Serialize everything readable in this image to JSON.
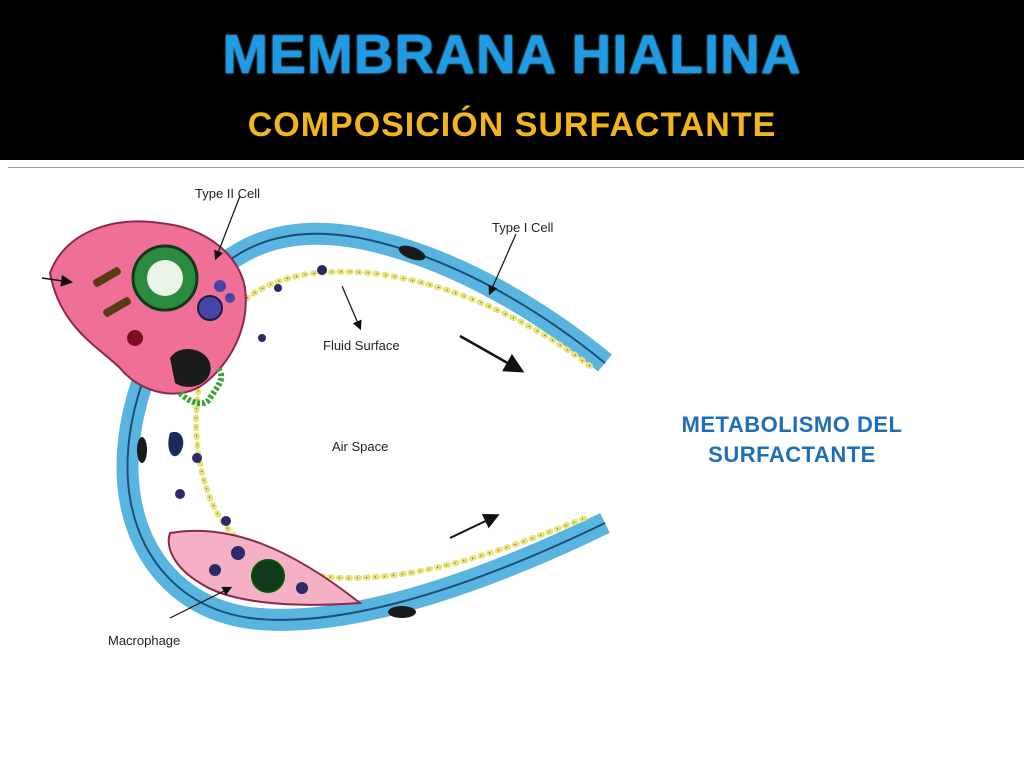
{
  "slide": {
    "title": "MEMBRANA HIALINA",
    "subtitle": "COMPOSICIÓN SURFACTANTE",
    "side_text_line1": "METABOLISMO DEL",
    "side_text_line2": "SURFACTANTE",
    "colors": {
      "title": "#1e9be6",
      "subtitle": "#f2b51a",
      "side_text": "#1f6fb8",
      "header_bg": "#000000"
    }
  },
  "diagram": {
    "labels": {
      "type2": "Type II Cell",
      "type1": "Type I Cell",
      "fluid": "Fluid Surface",
      "air": "Air Space",
      "macrophage": "Macrophage"
    }
  }
}
